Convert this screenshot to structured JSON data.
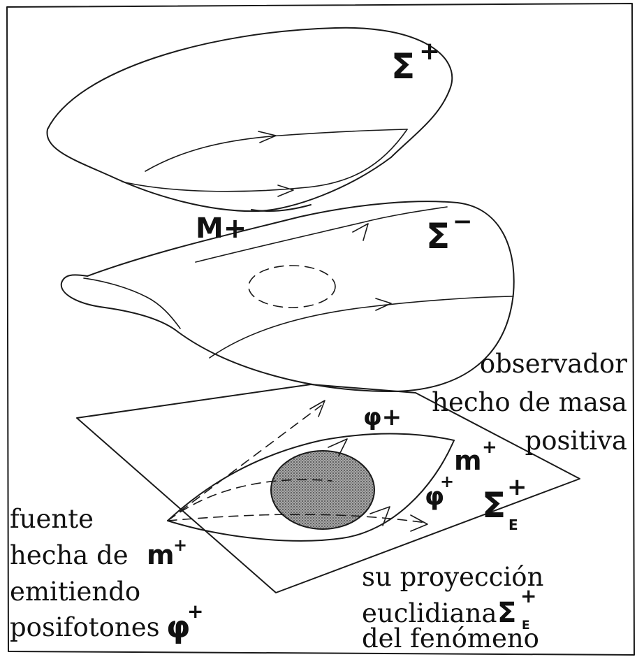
{
  "surfaces": {
    "upper_label": "Σ",
    "upper_sup": "+",
    "middle_label": "Σ",
    "middle_sup": "−",
    "mass_label": "M+",
    "plane_label": "Σ",
    "plane_sup": "+",
    "plane_sub": "E"
  },
  "rays": {
    "phi_upper": "φ+",
    "phi_side_base": "φ",
    "phi_side_sup": "+",
    "m_base": "m",
    "m_sup": "+"
  },
  "observer": {
    "line1": "observador",
    "line2": "hecho de masa",
    "line3": "positiva"
  },
  "source": {
    "line1": "fuente",
    "line2_text": "hecha de",
    "line2_m": "m",
    "line2_sup": "+",
    "line3": "emitiendo",
    "line4_text": "posifotones",
    "line4_phi": "φ",
    "line4_sup": "+"
  },
  "projection": {
    "line1": "su proyección",
    "line2_text": "euclidiana",
    "line2_sym": "Σ",
    "line2_sup": "+",
    "line2_sub": "E",
    "line3": "del fenómeno"
  },
  "colors": {
    "ink": "#1a1a1a",
    "disk_fill": "#8c8c8c",
    "background": "#ffffff"
  }
}
